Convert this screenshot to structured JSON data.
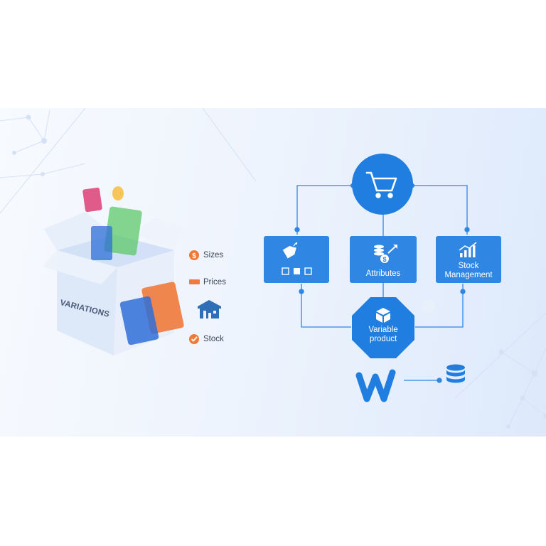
{
  "box": {
    "label": "VARIATIONS"
  },
  "features": [
    {
      "label": "Sizes",
      "icon": "dollar-coin-icon"
    },
    {
      "label": "Prices",
      "icon": "price-tag-icon"
    },
    {
      "label": "",
      "icon": "warehouse-icon"
    },
    {
      "label": "Stock",
      "icon": "checkmark-icon"
    }
  ],
  "diagram": {
    "cart": {
      "icon": "shopping-cart-icon"
    },
    "nodes": [
      {
        "id": "options",
        "label": "",
        "icon": "tag-options-icon"
      },
      {
        "id": "attributes",
        "label": "Attributes",
        "icon": "coins-growth-icon"
      },
      {
        "id": "stock",
        "label": "Stock\nManagement",
        "icon": "bar-chart-icon"
      }
    ],
    "variable_product": {
      "label": "Variable\nproduct",
      "icon": "cube-icon"
    },
    "platform": {
      "logo_letter": "W",
      "icon": "database-icon"
    }
  },
  "colors": {
    "primary": "#1f7ee0",
    "node": "#2f86e3",
    "orange": "#f07a3a",
    "green": "#5cc86a",
    "pink": "#e05a8a",
    "yellow": "#f6c65a"
  }
}
